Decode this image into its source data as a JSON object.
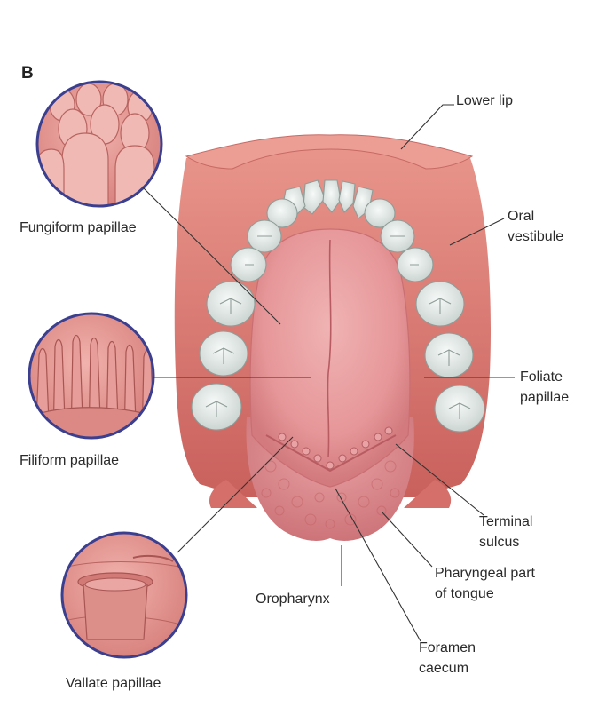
{
  "panel_letter": "B",
  "labels": {
    "lower_lip": "Lower lip",
    "oral_vestibule_1": "Oral",
    "oral_vestibule_2": "vestibule",
    "fungiform": "Fungiform papillae",
    "filiform": "Filiform papillae",
    "vallate": "Vallate papillae",
    "foliate_1": "Foliate",
    "foliate_2": "papillae",
    "terminal_sulcus_1": "Terminal",
    "terminal_sulcus_2": "sulcus",
    "pharyngeal_1": "Pharyngeal part",
    "pharyngeal_2": "of tongue",
    "oropharynx": "Oropharynx",
    "foramen_1": "Foramen",
    "foramen_2": "caecum"
  },
  "colors": {
    "tongue": "#e79a9c",
    "tongue_dark": "#cf6f73",
    "mouth_wall": "#d8706a",
    "lip": "#e48f87",
    "tooth": "#e9efec",
    "circle_border": "#3b3f8f",
    "leader": "#333333"
  }
}
